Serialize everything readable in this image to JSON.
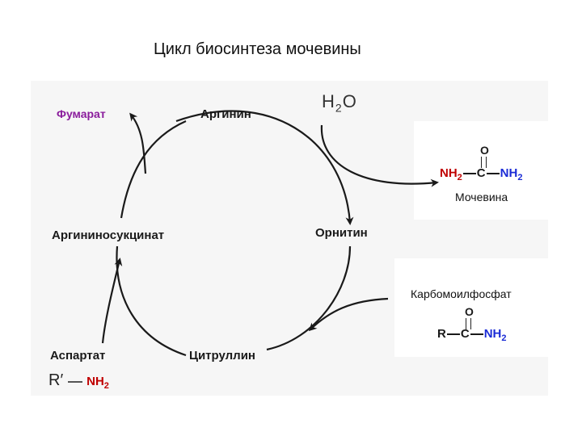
{
  "title": "Цикл биосинтеза мочевины",
  "nodes": {
    "arginine": "Аргинин",
    "ornithine": "Орнитин",
    "citrulline": "Цитруллин",
    "argininosuccinate": "Аргининосукцинат"
  },
  "inputs": {
    "fumarate": "Фумарат",
    "water_main": "H",
    "water_sub": "2",
    "water_end": "O",
    "aspartate": "Аспартат",
    "aspartate_formula_r": "R′",
    "aspartate_formula_nh": "NH",
    "aspartate_formula_sub": "2"
  },
  "urea": {
    "caption": "Мочевина",
    "oxygen": "O",
    "left_group": "NH",
    "left_sub": "2",
    "center": "C",
    "right_group": "NH",
    "right_sub": "2"
  },
  "carbamoyl": {
    "caption": "Карбомоилфосфат",
    "oxygen": "O",
    "left_group": "R",
    "center": "C",
    "right_group": "NH",
    "right_sub": "2"
  },
  "colors": {
    "fumarate": "#8a1c9c",
    "nh2_red": "#c00000",
    "nh2_blue": "#1a2bd6",
    "arrow": "#1a1a1a"
  }
}
